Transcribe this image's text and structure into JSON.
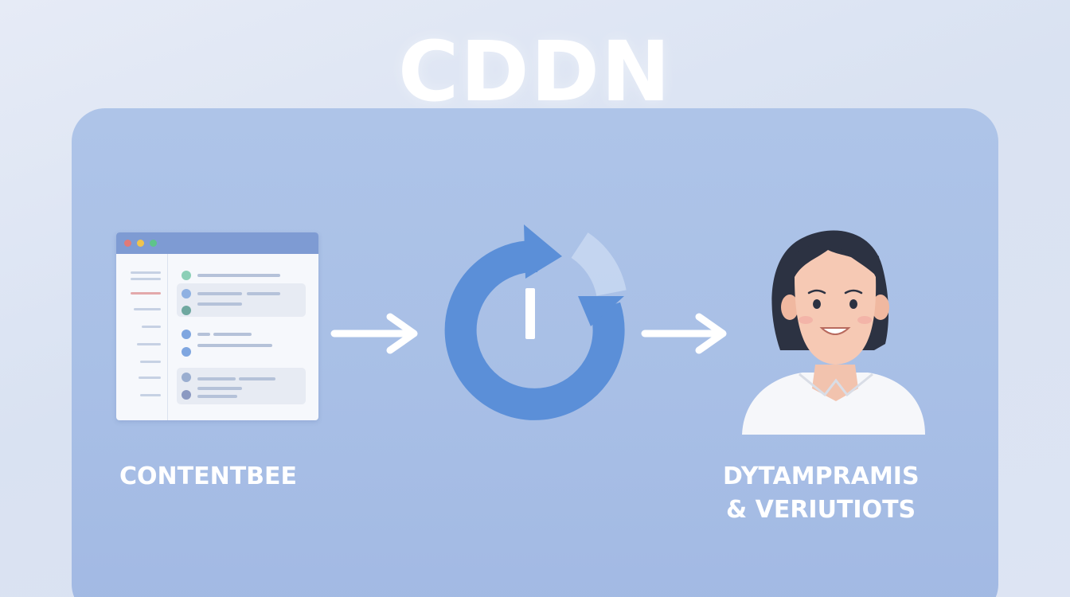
{
  "title": "CDDN",
  "nodes": [
    {
      "id": "content",
      "label": "CONTENTBEE",
      "icon": "browser-window-icon"
    },
    {
      "id": "cdn",
      "label": "",
      "icon": "refresh-cycle-icon"
    },
    {
      "id": "user",
      "label_line1": "DYTAMPRAMIS",
      "label_line2": "& VERIUTIOTS",
      "icon": "user-avatar-icon"
    }
  ],
  "colors": {
    "panel": "#a8bfe6",
    "cycle": "#5b8fd8",
    "arrow": "#ffffff",
    "browser_bar": "#7e9bd3",
    "dot_red": "#e07a78",
    "dot_yellow": "#f0c44c",
    "dot_green": "#5ec48a"
  }
}
